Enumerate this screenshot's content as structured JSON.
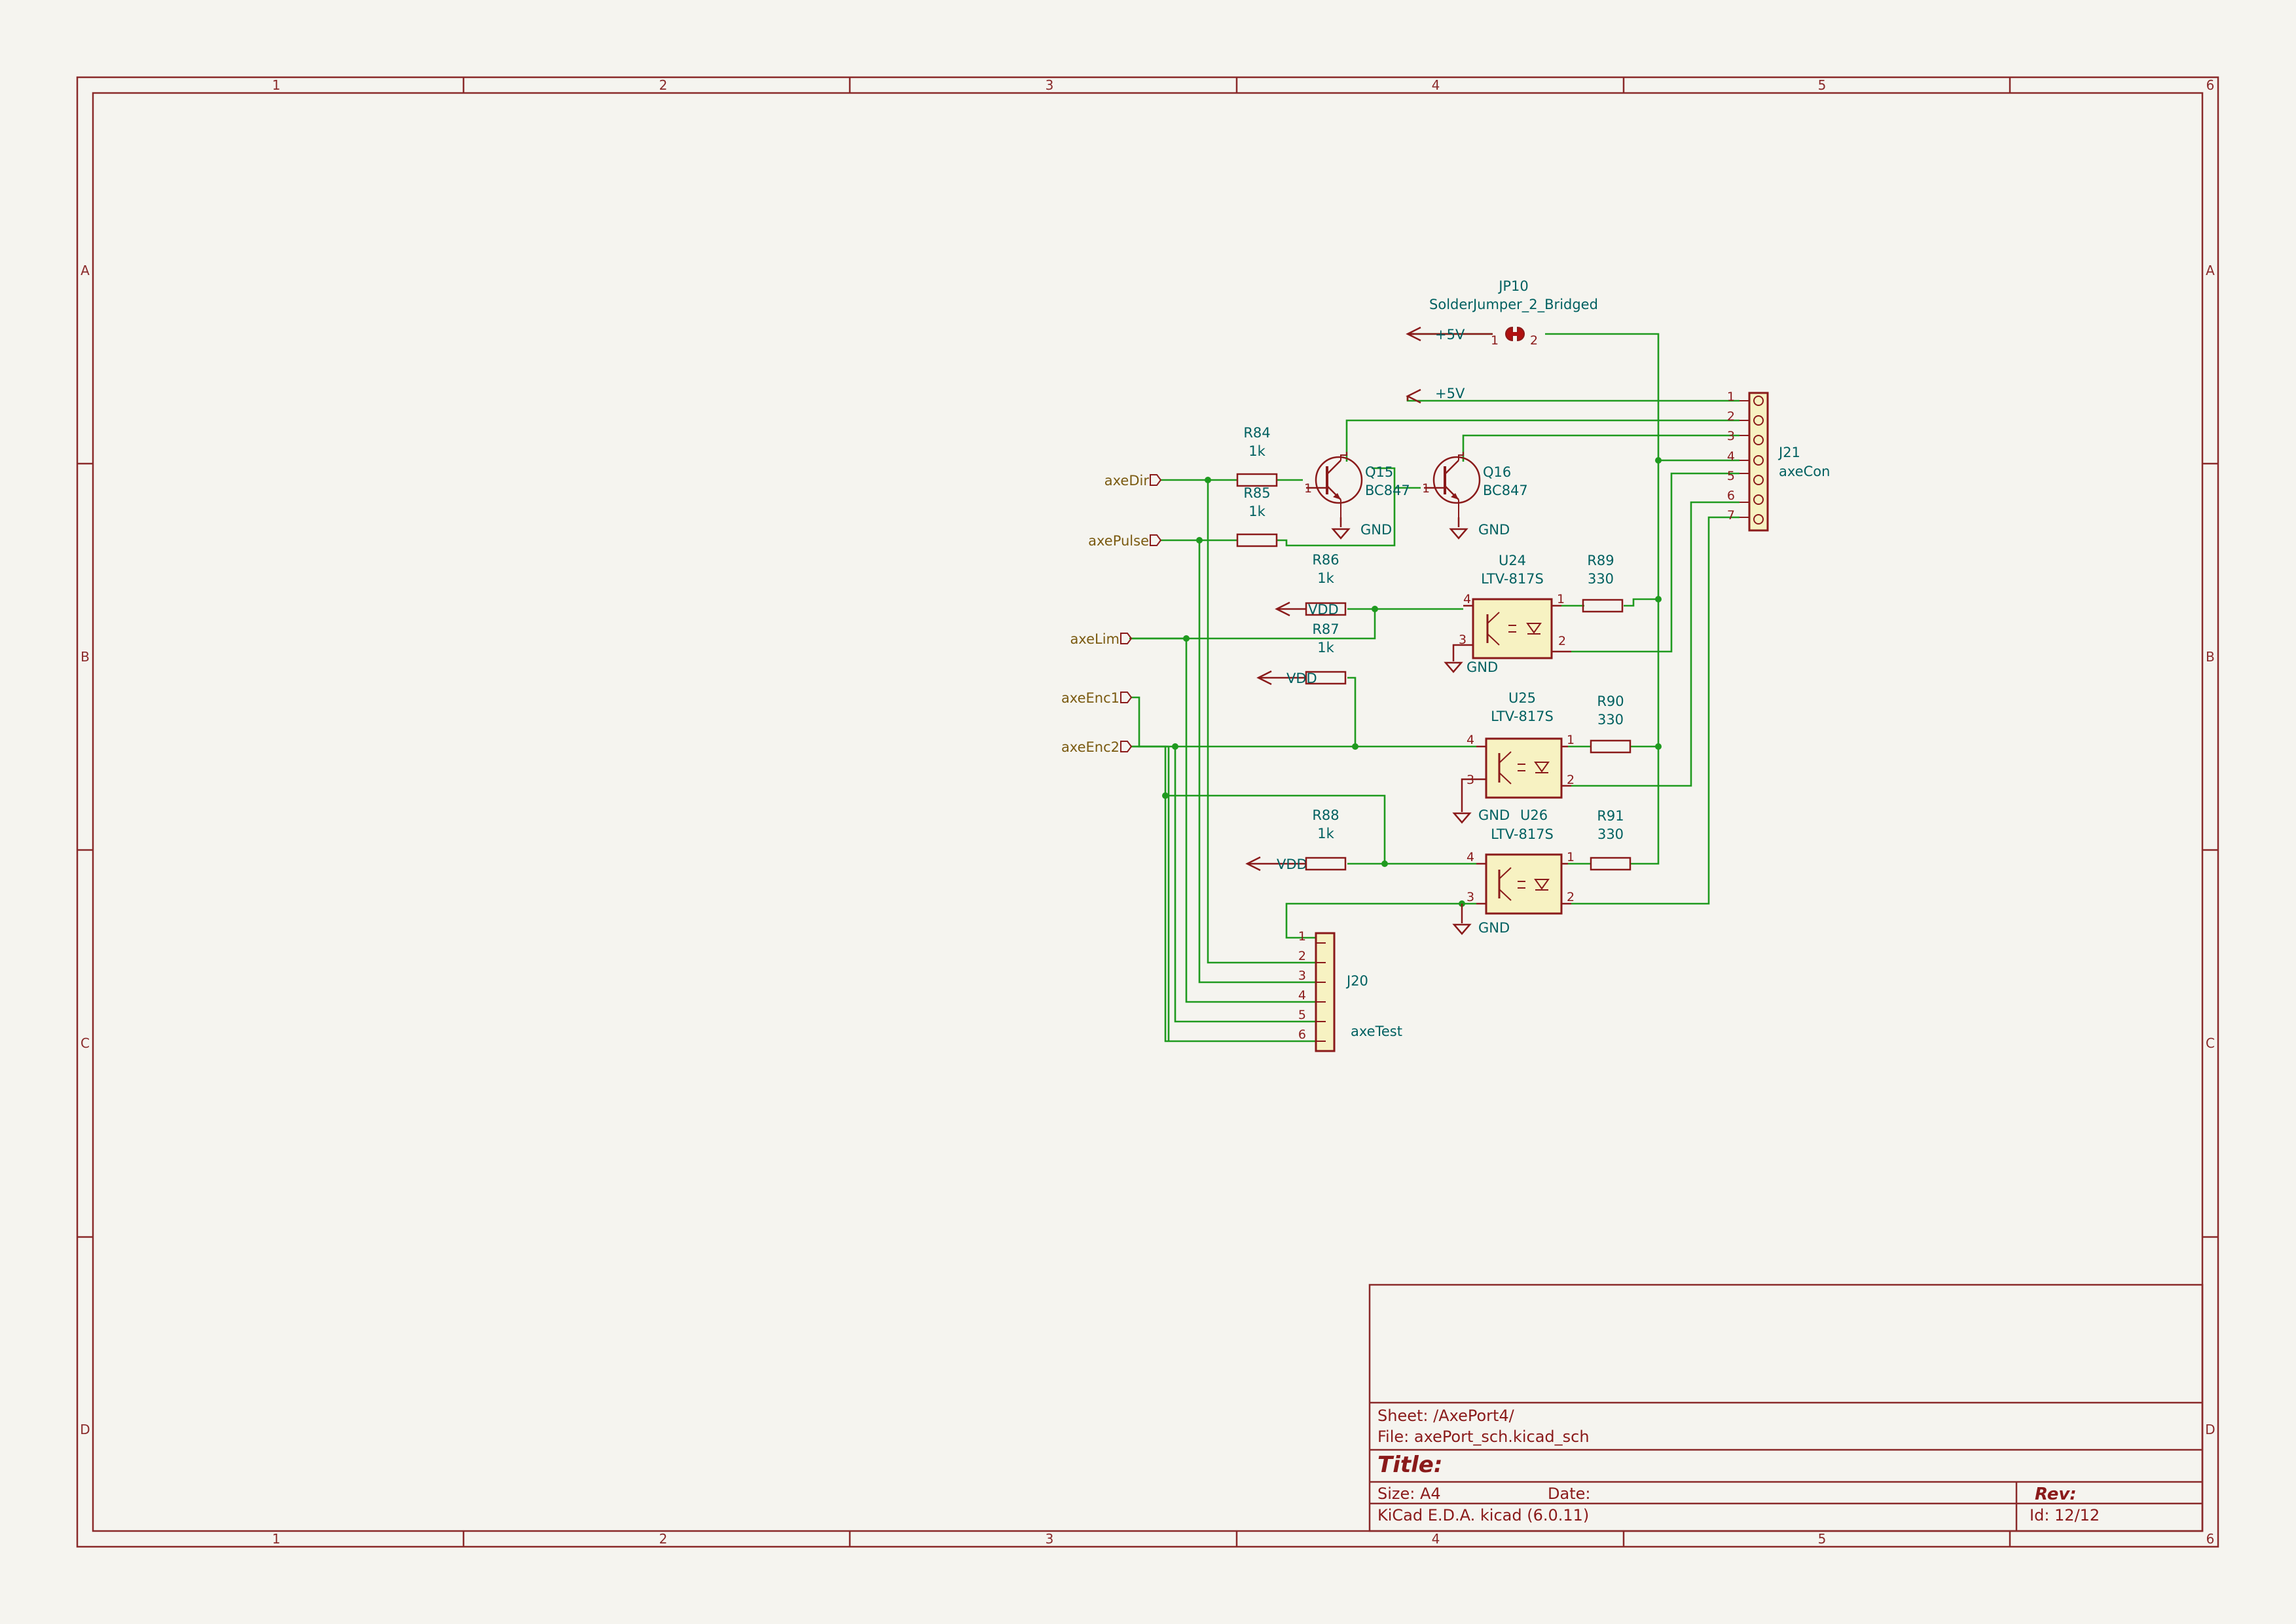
{
  "frame": {
    "columns": [
      "1",
      "2",
      "3",
      "4",
      "5",
      "6"
    ],
    "rows": [
      "A",
      "B",
      "C",
      "D"
    ]
  },
  "title_block": {
    "sheet": "Sheet: /AxePort4/",
    "file": "File: axePort_sch.kicad_sch",
    "title": "Title:",
    "size": "Size: A4",
    "date": "Date:",
    "rev": "Rev:",
    "tool": "KiCad E.D.A.  kicad (6.0.11)",
    "id": "Id: 12/12"
  },
  "labels": {
    "axeDir": "axeDir",
    "axePulse": "axePulse",
    "axeLim": "axeLim",
    "axeEnc1": "axeEnc1",
    "axeEnc2": "axeEnc2"
  },
  "power": {
    "p5v_a": "+5V",
    "p5v_b": "+5V",
    "vdd_1": "VDD",
    "vdd_2": "VDD",
    "vdd_3": "VDD",
    "gnd_q15": "GND",
    "gnd_q16": "GND",
    "gnd_u24": "GND",
    "gnd_u25": "GND",
    "gnd_u26": "GND"
  },
  "components": {
    "jp10_ref": "JP10",
    "jp10_val": "SolderJumper_2_Bridged",
    "r84_ref": "R84",
    "r84_val": "1k",
    "r85_ref": "R85",
    "r85_val": "1k",
    "r86_ref": "R86",
    "r86_val": "1k",
    "r87_ref": "R87",
    "r87_val": "1k",
    "r88_ref": "R88",
    "r88_val": "1k",
    "r89_ref": "R89",
    "r89_val": "330",
    "r90_ref": "R90",
    "r90_val": "330",
    "r91_ref": "R91",
    "r91_val": "330",
    "q15_ref": "Q15",
    "q15_val": "BC847",
    "q16_ref": "Q16",
    "q16_val": "BC847",
    "u24_ref": "U24",
    "u24_val": "LTV-817S",
    "u25_ref": "U25",
    "u25_val": "LTV-817S",
    "u26_ref": "U26",
    "u26_val": "LTV-817S",
    "j21_ref": "J21",
    "j21_val": "axeCon",
    "j20_ref": "J20",
    "j20_val": "axeTest"
  },
  "pins": {
    "one": "1",
    "two": "2",
    "three": "3",
    "four": "4",
    "five": "5",
    "six": "6",
    "seven": "7"
  }
}
